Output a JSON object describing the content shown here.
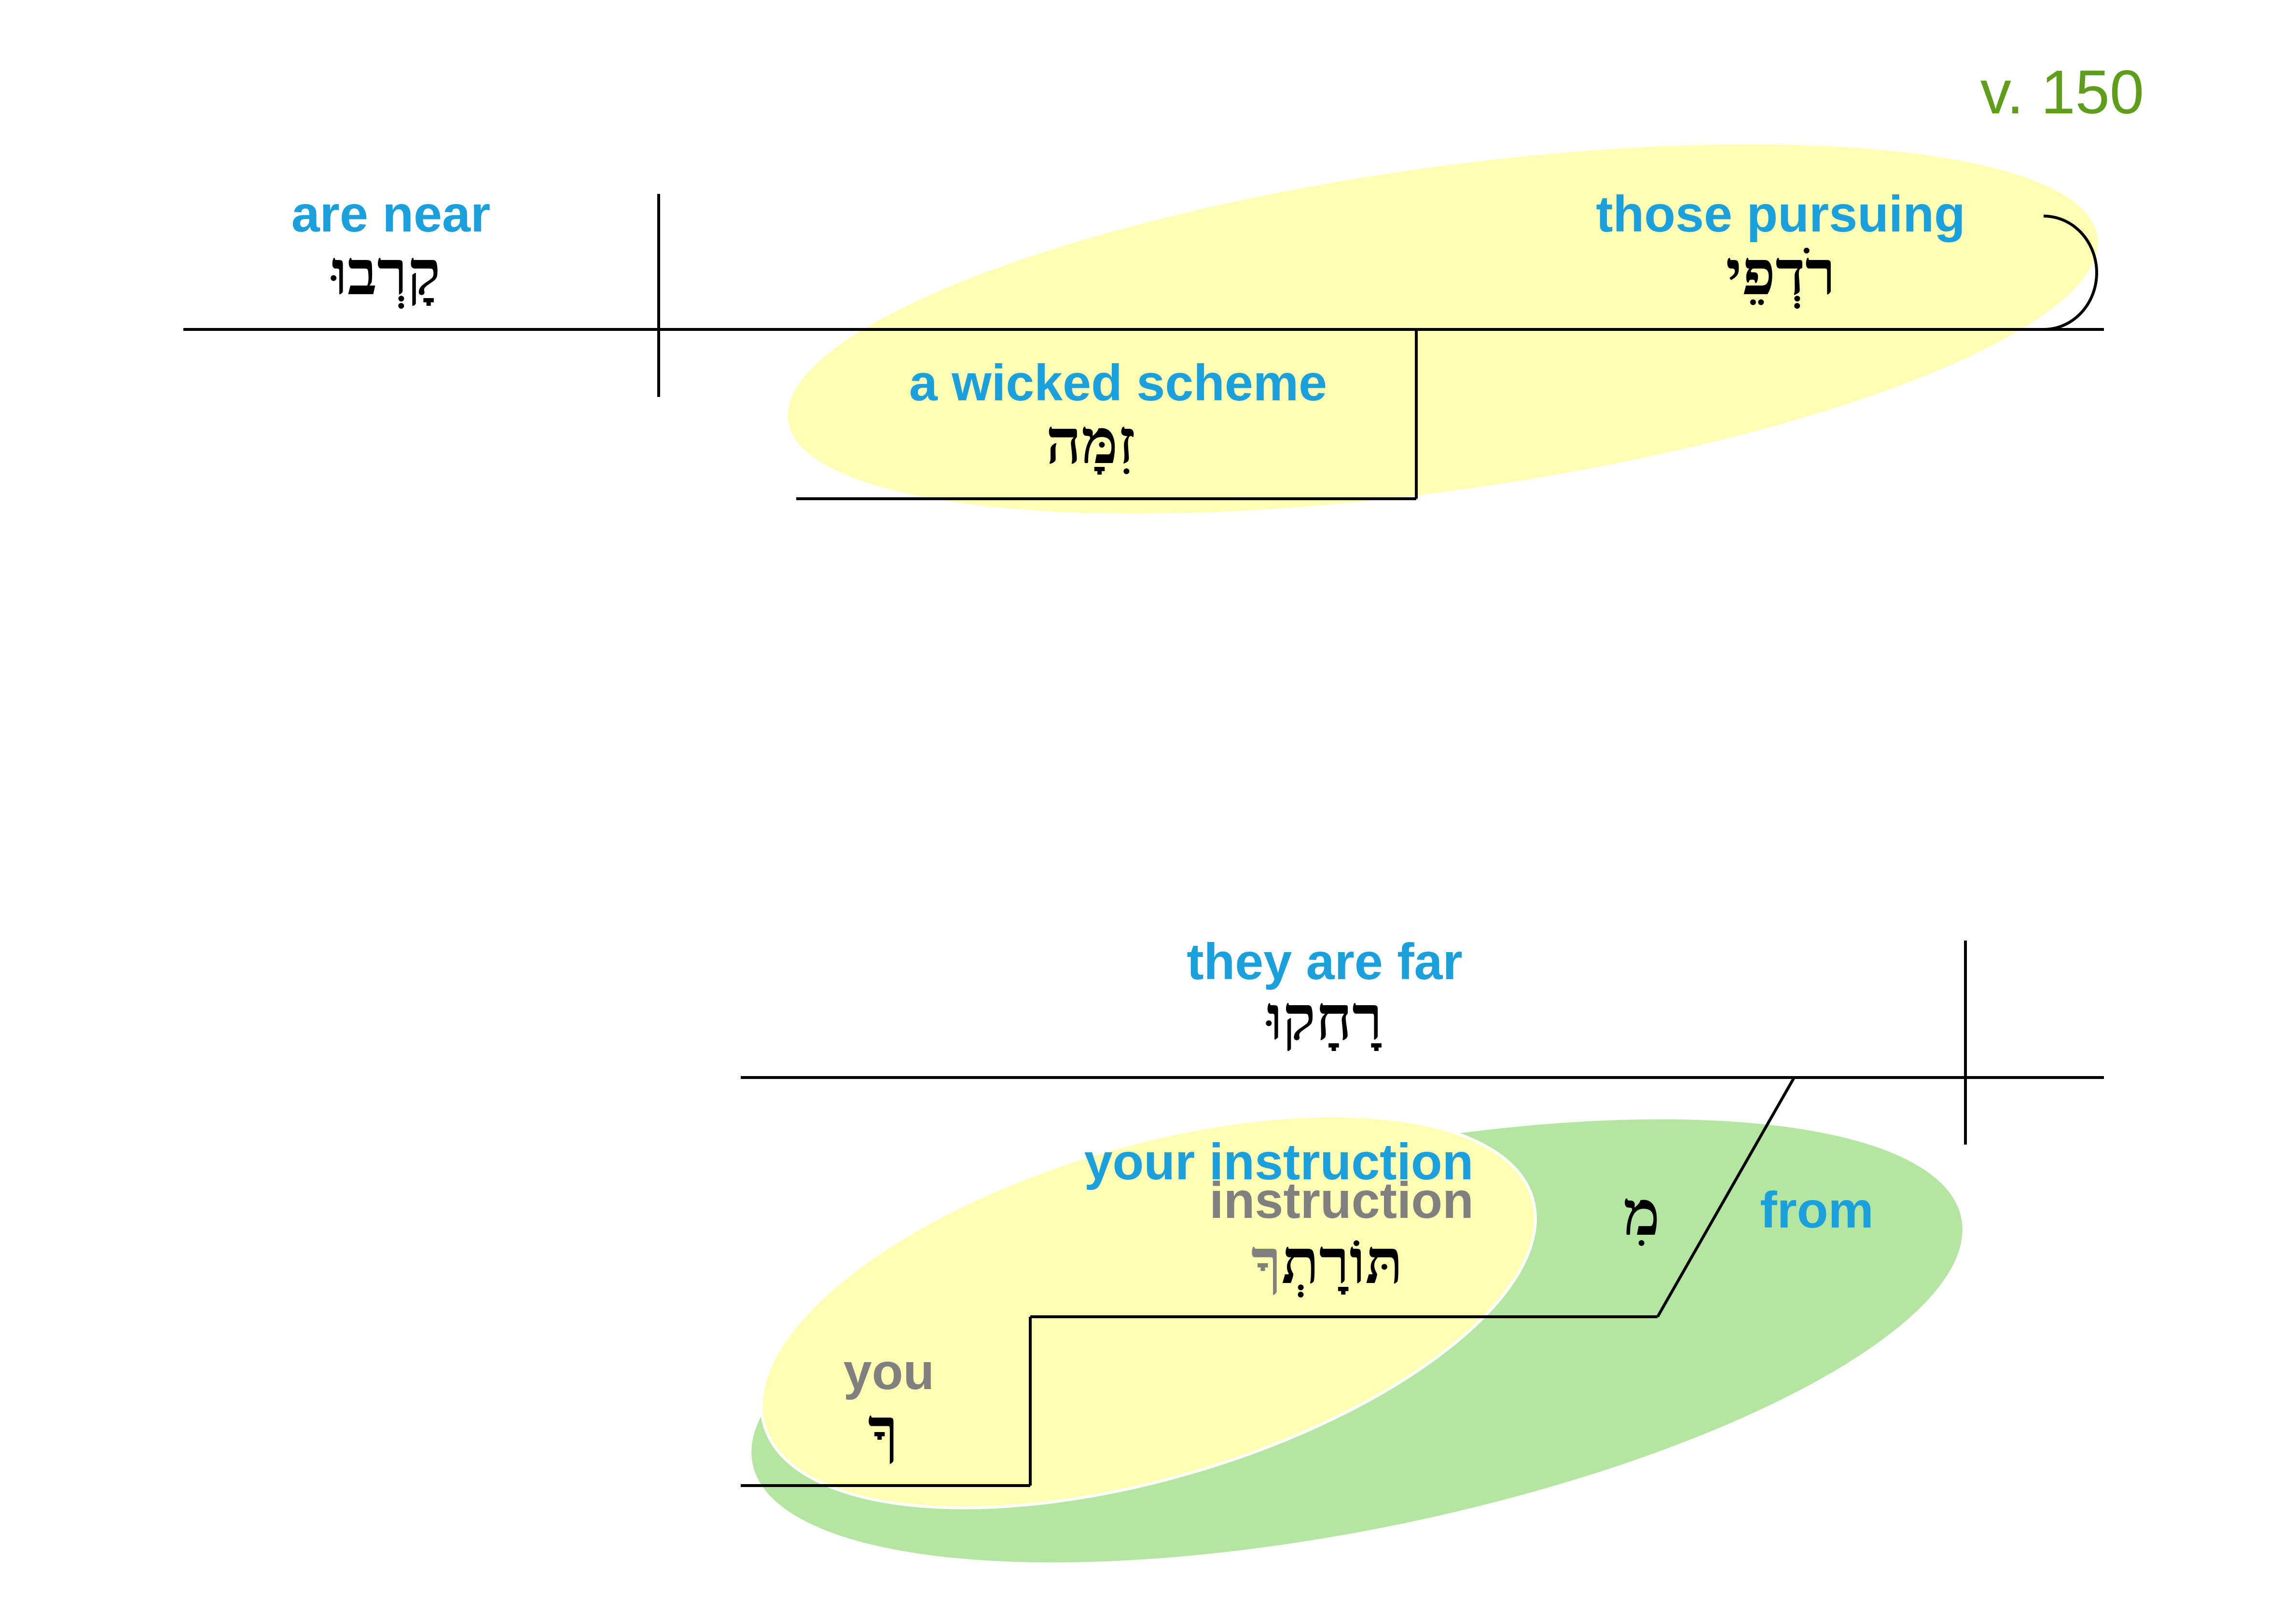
{
  "verse": "v. 150",
  "colors": {
    "gloss": "#1aa0dd",
    "gloss_gray": "#808080",
    "hebrew": "#000000",
    "hebrew_gray": "#808080",
    "verse": "#5e9e1a",
    "yellow_highlight": "#ffffb3",
    "green_highlight": "#b5e6a1",
    "line": "#000000"
  },
  "clause1": {
    "verb": {
      "gloss": "are near",
      "hebrew": "קָרְבוּ"
    },
    "subject": {
      "gloss": "those pursuing",
      "hebrew": "רֹדְפֵי"
    },
    "modifier": {
      "gloss": "a wicked scheme",
      "hebrew": "זִמָּה"
    }
  },
  "clause2": {
    "verb": {
      "gloss": "they are far",
      "hebrew": "רָחָקוּ"
    },
    "preposition": {
      "gloss": "from",
      "hebrew": "מִ"
    },
    "phrase_gloss": "your instruction",
    "object": {
      "gloss": "instruction",
      "hebrew_main": "תּוֹרָתְ",
      "hebrew_suffix": "ךָ"
    },
    "possessor": {
      "gloss": "you",
      "hebrew": "ךָ"
    }
  }
}
